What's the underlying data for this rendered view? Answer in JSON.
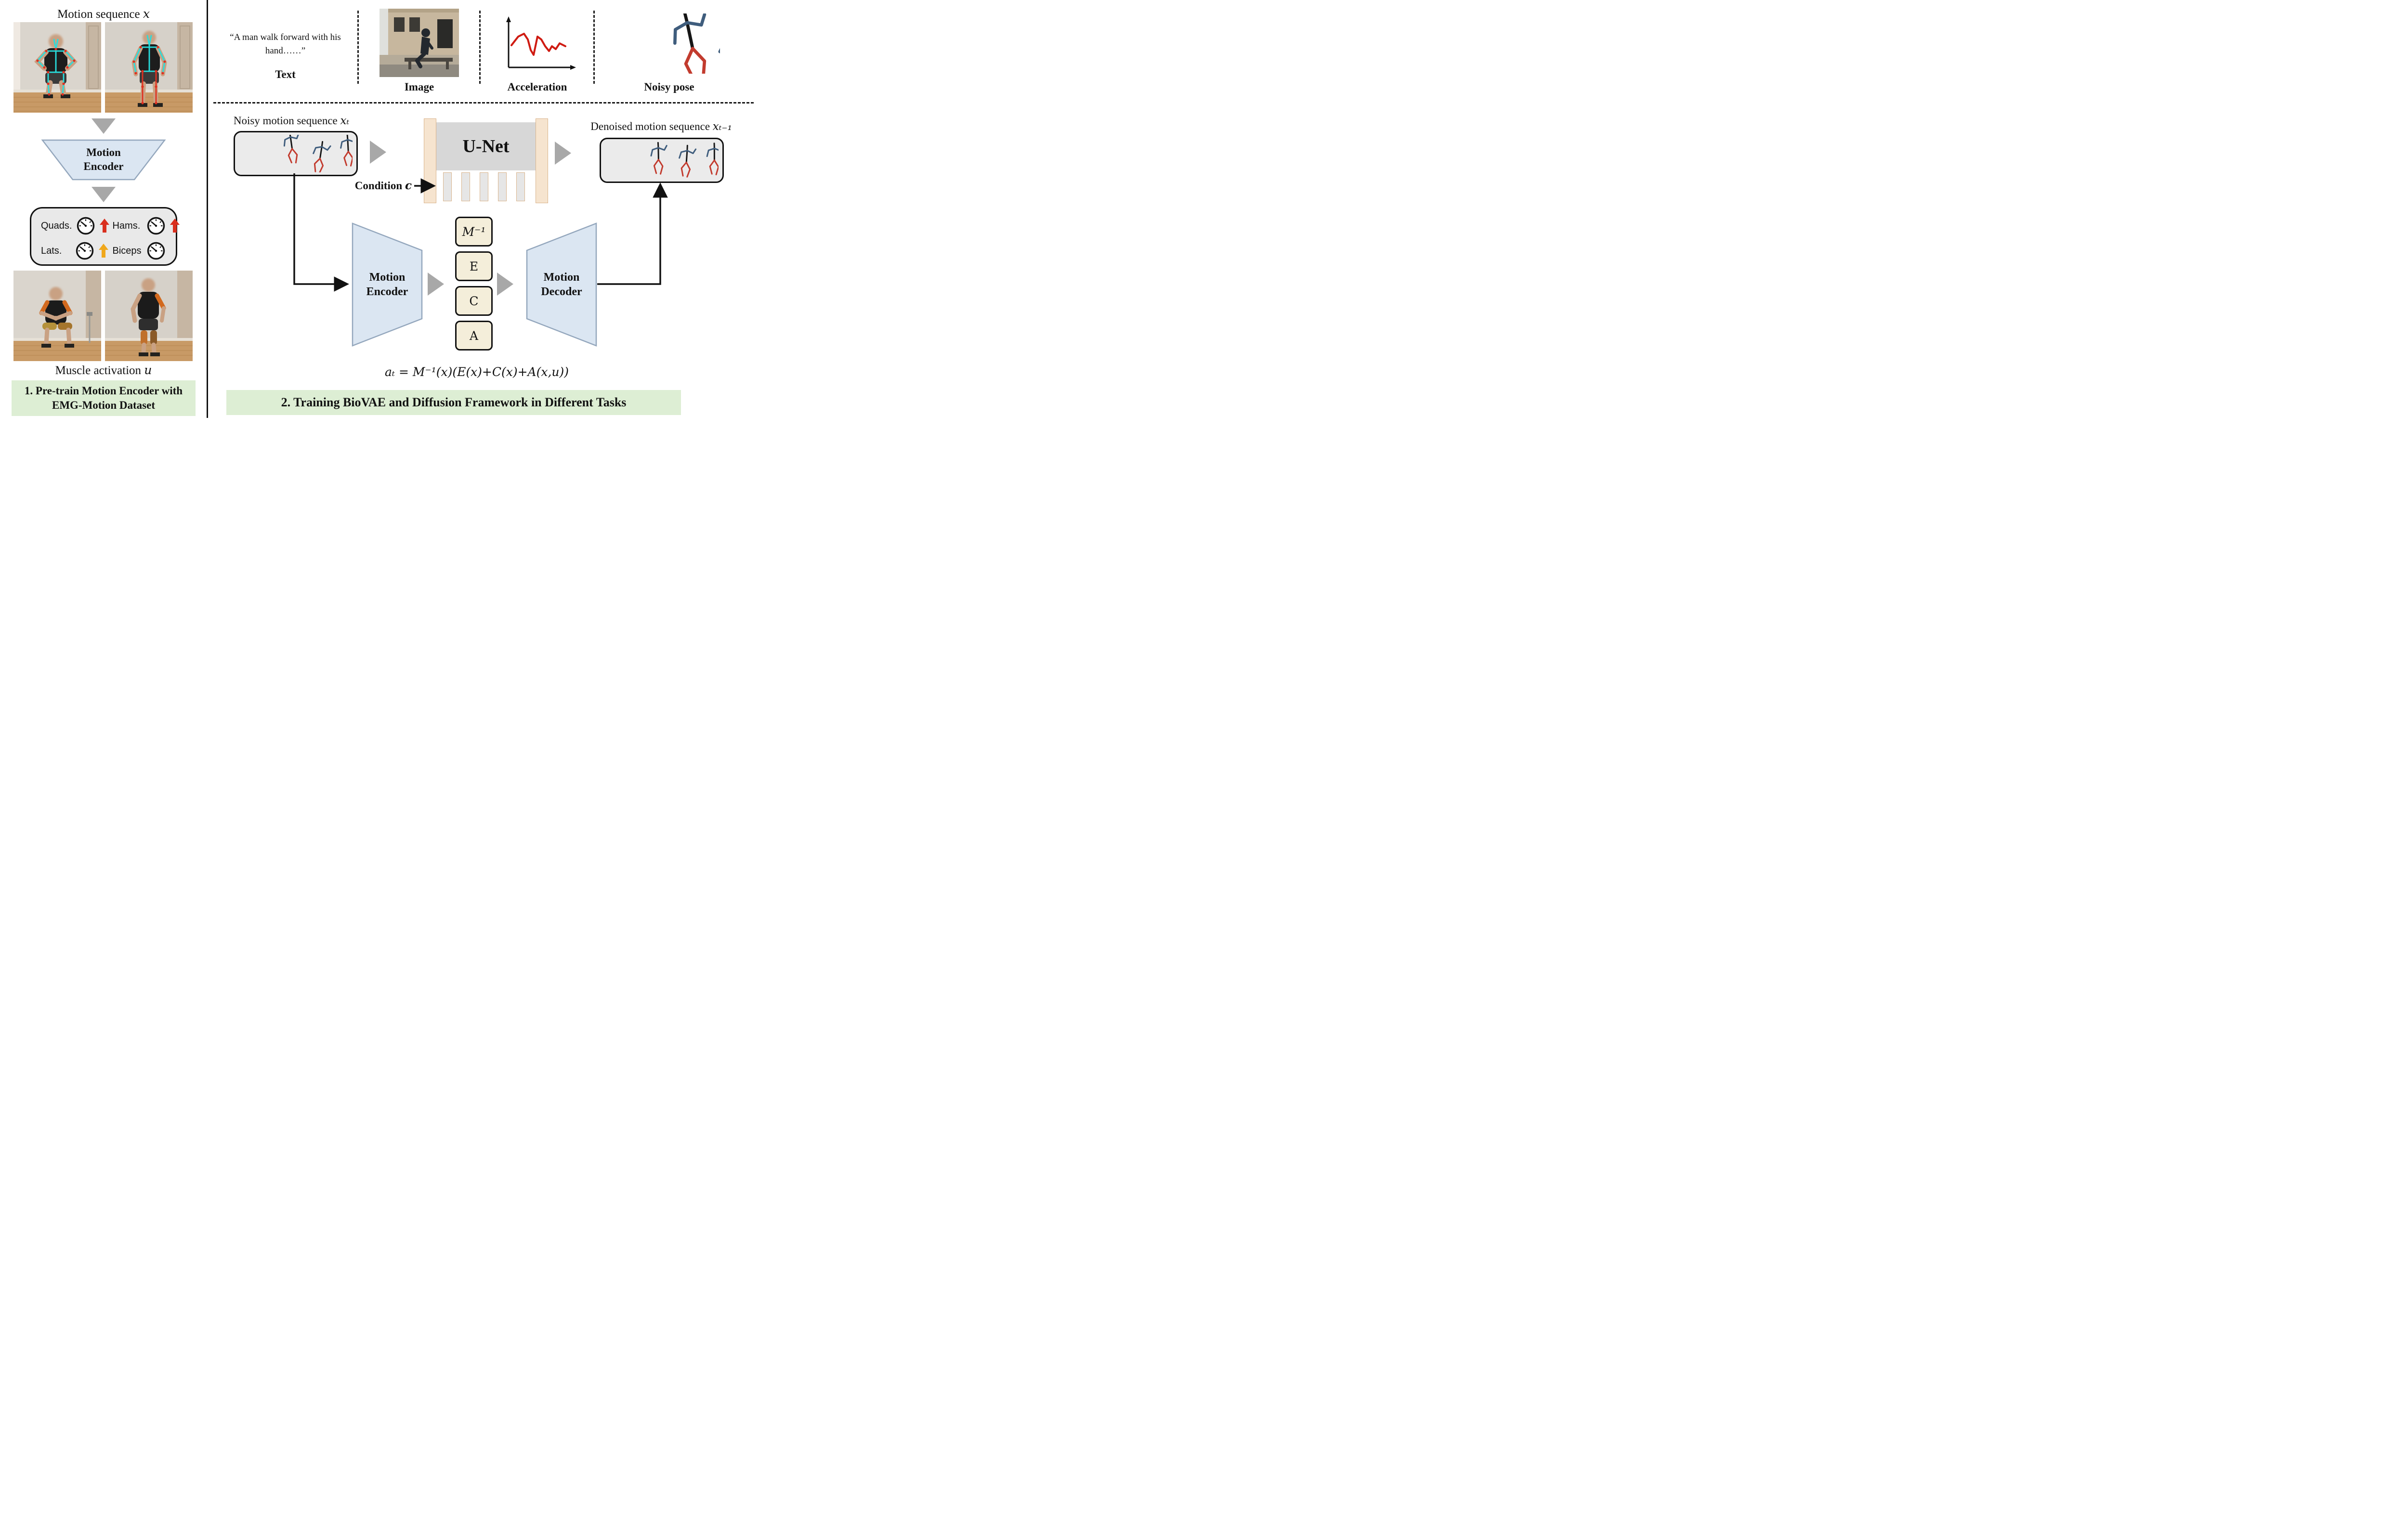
{
  "left": {
    "title": {
      "text": "Motion sequence",
      "math": "x"
    },
    "encoder_label": "Motion Encoder",
    "muscles": [
      {
        "label": "Quads.",
        "color": "#d92f1e"
      },
      {
        "label": "Hams.",
        "color": "#d92f1e"
      },
      {
        "label": "Lats.",
        "color": "#f0a81c"
      },
      {
        "label": "Biceps",
        "color": ""
      }
    ],
    "caption": {
      "text": "Muscle activation",
      "math": "u"
    },
    "banner": "1. Pre-train Motion Encoder with EMG-Motion Dataset"
  },
  "cond": {
    "quote": "“A man walk forward with his hand……”",
    "text_label": "Text",
    "image_label": "Image",
    "accel_label": "Acceleration",
    "pose_label": "Noisy pose"
  },
  "diff": {
    "noisy": {
      "text": "Noisy motion sequence",
      "math": "xₜ"
    },
    "unet_label": "U-Net",
    "condition": {
      "text": "Condition",
      "math": "c"
    },
    "denoised": {
      "text": "Denoised motion sequence",
      "math": "xₜ₋₁"
    },
    "encoder_label": "Motion Encoder",
    "decoder_label": "Motion Decoder",
    "tokens": [
      "M⁻¹",
      "E",
      "C",
      "A"
    ],
    "formula": "aₜ = M⁻¹(x)(E(x)+C(x)+A(x,u))",
    "banner": "2. Training BioVAE and Diffusion Framework in Different Tasks"
  },
  "palette": {
    "banner_green": "#ddeed4",
    "trapezoid_blue": "#dbe6f2",
    "token_cream": "#f4eeda",
    "box_gray": "#ebebeb",
    "unet_peach": "#f6e4cf",
    "skeleton_blue": "#3f5d7d",
    "skeleton_red": "#c23b2e",
    "gray_arrow": "#a8a8a8"
  }
}
